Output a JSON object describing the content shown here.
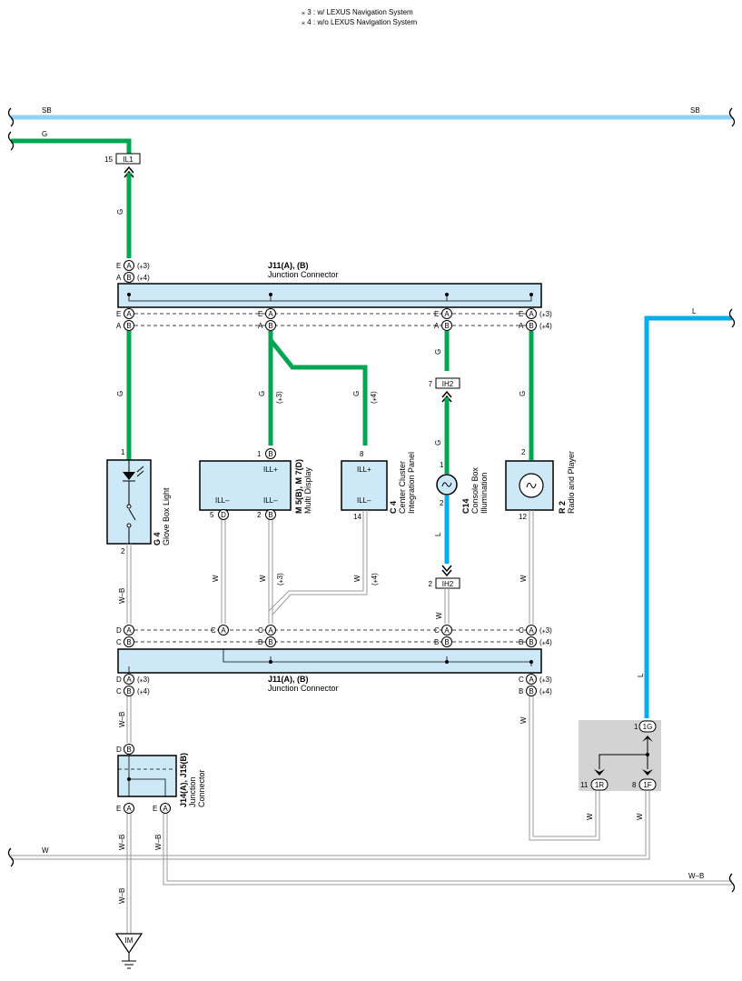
{
  "notes": [
    "⁎ 3 : w/ LEXUS Navigation System",
    "⁎ 4 : w/o LEXUS Navigation System"
  ],
  "wire_colors": {
    "SB": "SB",
    "G": "G",
    "L": "L",
    "W": "W",
    "WB": "W–B"
  },
  "variant_tags": {
    "v3": "(⁎3)",
    "v4": "(⁎4)"
  },
  "connectors": {
    "il1": {
      "pin": "15",
      "name": "IL1"
    },
    "ih2_top": {
      "pin": "7",
      "name": "IH2"
    },
    "ih2_bot": {
      "pin": "2",
      "name": "IH2"
    },
    "j1g": {
      "pin": "1",
      "name": "1G"
    },
    "j1r": {
      "pin": "11",
      "name": "1R"
    },
    "j1f": {
      "pin": "8",
      "name": "1F"
    },
    "im": "IM"
  },
  "junction_top": {
    "id": "J11(A), (B)",
    "label": "Junction Connector"
  },
  "junction_bottom": {
    "id": "J11(A), (B)",
    "label": "Junction Connector"
  },
  "junction_small": {
    "id": "J14(A), J15(B)",
    "label1": "Junction",
    "label2": "Connector"
  },
  "components": {
    "g4": {
      "id": "G 4",
      "name": "Glove Box Light",
      "pin_in": "1",
      "pin_out": "2"
    },
    "m5": {
      "id": "M 5(B), M 7(D)",
      "name": "Multi Display",
      "ill_plus": "ILL+",
      "ill_minus": "ILL–",
      "pin_in": "1",
      "pin_5": "5",
      "pin_2": "2"
    },
    "c4": {
      "id": "C 4",
      "name1": "Center Cluster",
      "name2": "Integration Panel",
      "ill_plus": "ILL+",
      "ill_minus": "ILL–",
      "pin_in": "8",
      "pin_out": "14"
    },
    "c14": {
      "id": "C14",
      "name1": "Console Box",
      "name2": "Illumination",
      "pin_in": "1",
      "pin_out": "2"
    },
    "r2": {
      "id": "R 2",
      "name": "Radio and Player",
      "pin_in": "2",
      "pin_out": "12"
    }
  },
  "conn_letters": {
    "A": "A",
    "B": "B",
    "C": "C",
    "D": "D",
    "E": "E"
  },
  "colors": {
    "green": "#00a651",
    "blue": "#00aeef",
    "light_blue": "#8fd3f5",
    "box_fill": "#cde9f7",
    "shaded": "#d3d3d3",
    "gray_wire": "#9a9a9a"
  }
}
